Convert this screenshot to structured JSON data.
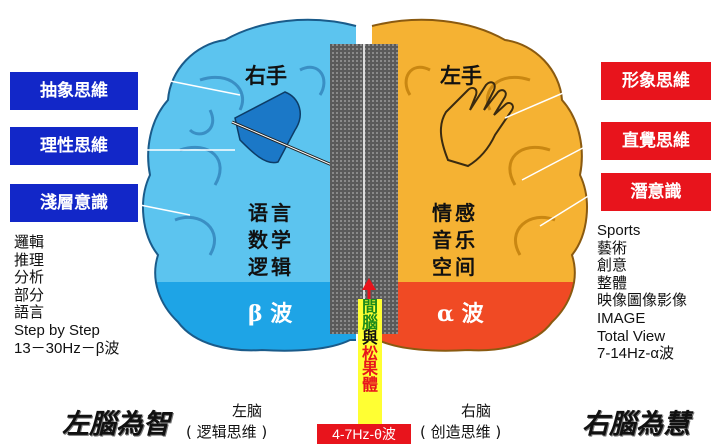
{
  "left_labels": [
    "抽象思維",
    "理性思維",
    "淺層意識"
  ],
  "right_labels": [
    "形象思維",
    "直覺思維",
    "潛意識"
  ],
  "left_hand": "右手",
  "right_hand": "左手",
  "left_functions": [
    "语言",
    "数学",
    "逻辑"
  ],
  "right_functions": [
    "情感",
    "音乐",
    "空间"
  ],
  "left_wave": "β 波",
  "right_wave": "α 波",
  "left_list": [
    "邏輯",
    "推理",
    "分析",
    "部分",
    "語言",
    "Step by Step",
    "13－30Hz－β波"
  ],
  "right_list": [
    "Sports",
    "藝術",
    "創意",
    "整體",
    "映像圖像影像",
    "IMAGE",
    "Total View",
    "7-14Hz-α波"
  ],
  "center_vertical": {
    "part1": "間腦",
    "part2": "與",
    "part3": "松果體"
  },
  "center_badge": "4-7Hz-θ波",
  "bottom_left_big": "左腦為智",
  "bottom_left_name": "左脑",
  "bottom_left_desc": "( 逻辑思维 )",
  "bottom_right_name": "右脑",
  "bottom_right_desc": "( 创造思维 )",
  "bottom_right_big": "右腦為慧",
  "colors": {
    "blue_label": "#1227c8",
    "red_label": "#e8141c",
    "left_brain": "#5cc4ef",
    "right_brain": "#f5b233",
    "alpha_zone": "#f04a24",
    "beta_zone": "#1ea4e6"
  }
}
